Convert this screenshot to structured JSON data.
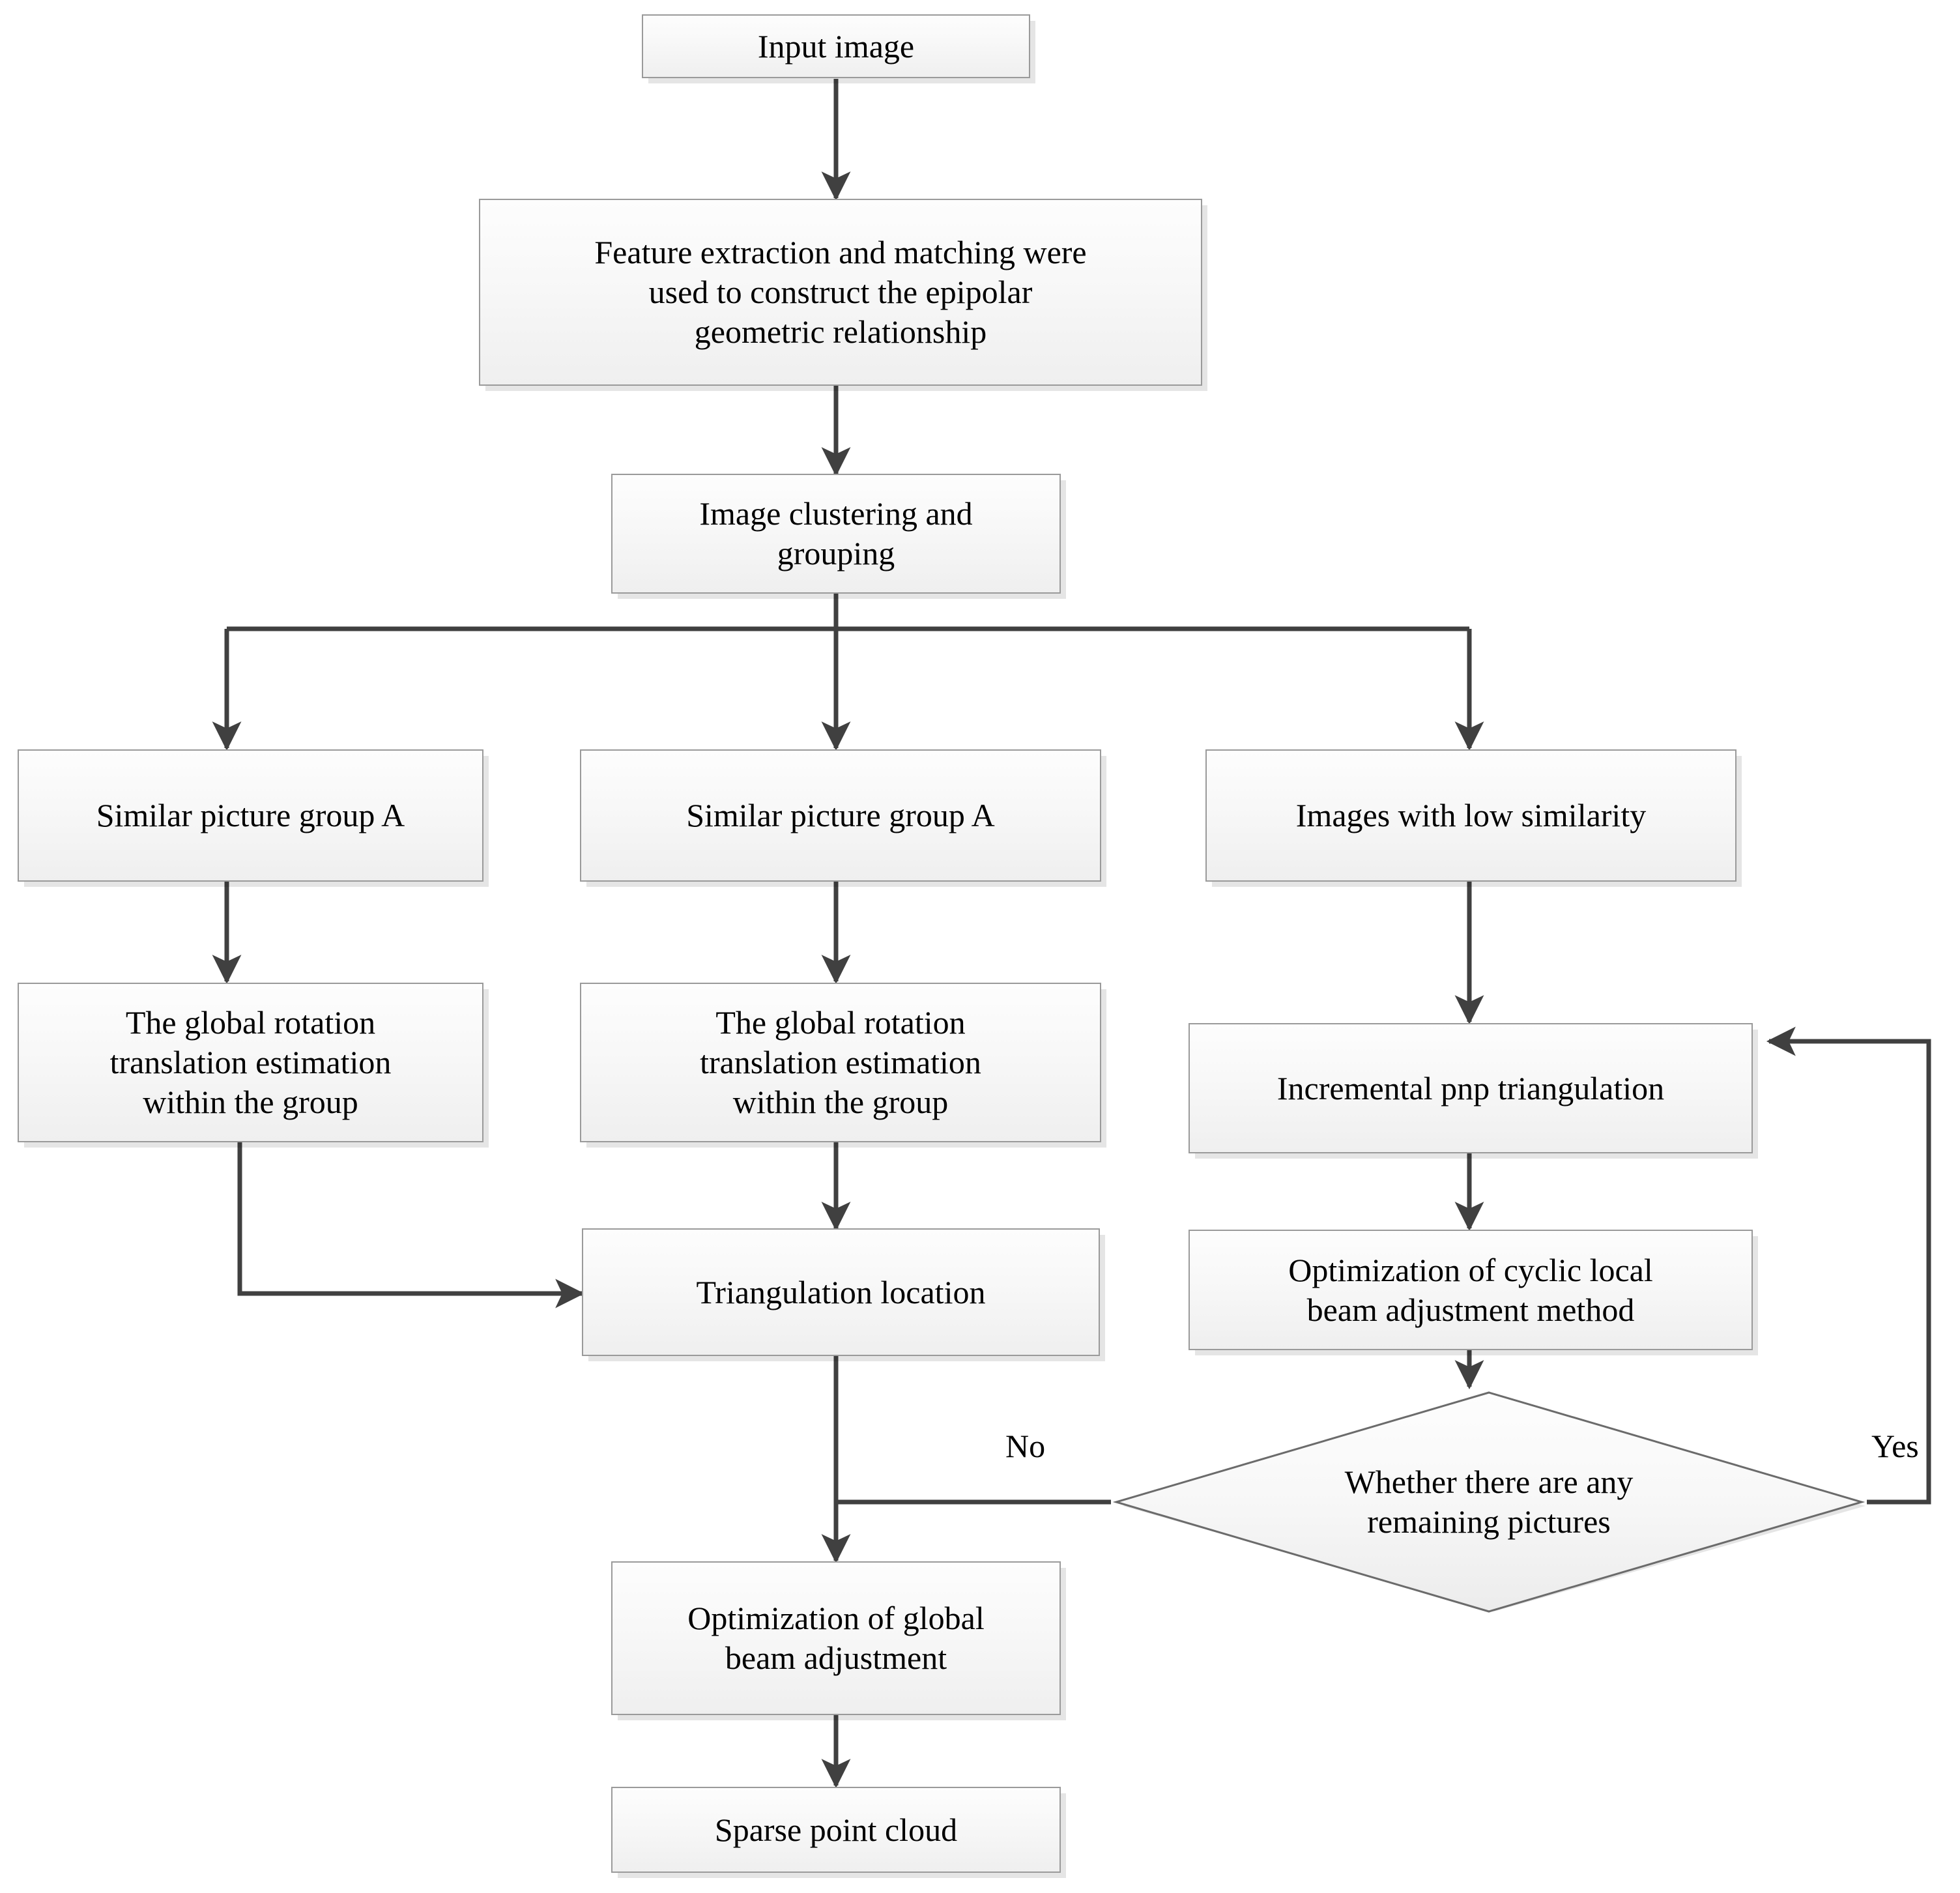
{
  "diagram": {
    "title": "Structure-from-motion sparse reconstruction pipeline flowchart",
    "type": "flowchart",
    "colors": {
      "node_border": "#9a9a9a",
      "node_fill_top": "#fdfdfd",
      "node_fill_bottom": "#efefef",
      "edge_stroke": "#404040",
      "text": "#000000",
      "background": "#ffffff"
    },
    "nodes": [
      {
        "id": "input_image",
        "shape": "rect",
        "label": "Input image"
      },
      {
        "id": "feature_extraction",
        "shape": "rect",
        "label": "Feature extraction and matching were\nused to construct the epipolar\ngeometric relationship"
      },
      {
        "id": "image_clustering",
        "shape": "rect",
        "label": "Image clustering and\ngrouping"
      },
      {
        "id": "group_a_left",
        "shape": "rect",
        "label": "Similar picture group A"
      },
      {
        "id": "group_a_middle",
        "shape": "rect",
        "label": "Similar picture group A"
      },
      {
        "id": "low_similarity",
        "shape": "rect",
        "label": "Images with low similarity"
      },
      {
        "id": "global_rt_left",
        "shape": "rect",
        "label": "The global rotation\ntranslation estimation\nwithin the group"
      },
      {
        "id": "global_rt_middle",
        "shape": "rect",
        "label": "The global rotation\ntranslation estimation\nwithin the group"
      },
      {
        "id": "incremental_pnp",
        "shape": "rect",
        "label": "Incremental pnp triangulation"
      },
      {
        "id": "triangulation_location",
        "shape": "rect",
        "label": "Triangulation location"
      },
      {
        "id": "cyclic_local_ba",
        "shape": "rect",
        "label": "Optimization of cyclic local\nbeam adjustment method"
      },
      {
        "id": "remaining_pictures",
        "shape": "diamond",
        "label": "Whether there are any\nremaining pictures"
      },
      {
        "id": "global_ba",
        "shape": "rect",
        "label": "Optimization of global\nbeam adjustment"
      },
      {
        "id": "sparse_point_cloud",
        "shape": "rect",
        "label": "Sparse point cloud"
      }
    ],
    "edges": [
      {
        "from": "input_image",
        "to": "feature_extraction",
        "label": ""
      },
      {
        "from": "feature_extraction",
        "to": "image_clustering",
        "label": ""
      },
      {
        "from": "image_clustering",
        "to": "group_a_left",
        "label": ""
      },
      {
        "from": "image_clustering",
        "to": "group_a_middle",
        "label": ""
      },
      {
        "from": "image_clustering",
        "to": "low_similarity",
        "label": ""
      },
      {
        "from": "group_a_left",
        "to": "global_rt_left",
        "label": ""
      },
      {
        "from": "group_a_middle",
        "to": "global_rt_middle",
        "label": ""
      },
      {
        "from": "low_similarity",
        "to": "incremental_pnp",
        "label": ""
      },
      {
        "from": "global_rt_left",
        "to": "triangulation_location",
        "label": ""
      },
      {
        "from": "global_rt_middle",
        "to": "triangulation_location",
        "label": ""
      },
      {
        "from": "incremental_pnp",
        "to": "cyclic_local_ba",
        "label": ""
      },
      {
        "from": "cyclic_local_ba",
        "to": "remaining_pictures",
        "label": ""
      },
      {
        "from": "remaining_pictures",
        "to": "global_ba",
        "label": "No"
      },
      {
        "from": "remaining_pictures",
        "to": "incremental_pnp",
        "label": "Yes"
      },
      {
        "from": "triangulation_location",
        "to": "global_ba",
        "label": ""
      },
      {
        "from": "global_ba",
        "to": "sparse_point_cloud",
        "label": ""
      }
    ],
    "edge_labels": {
      "no": "No",
      "yes": "Yes"
    }
  }
}
